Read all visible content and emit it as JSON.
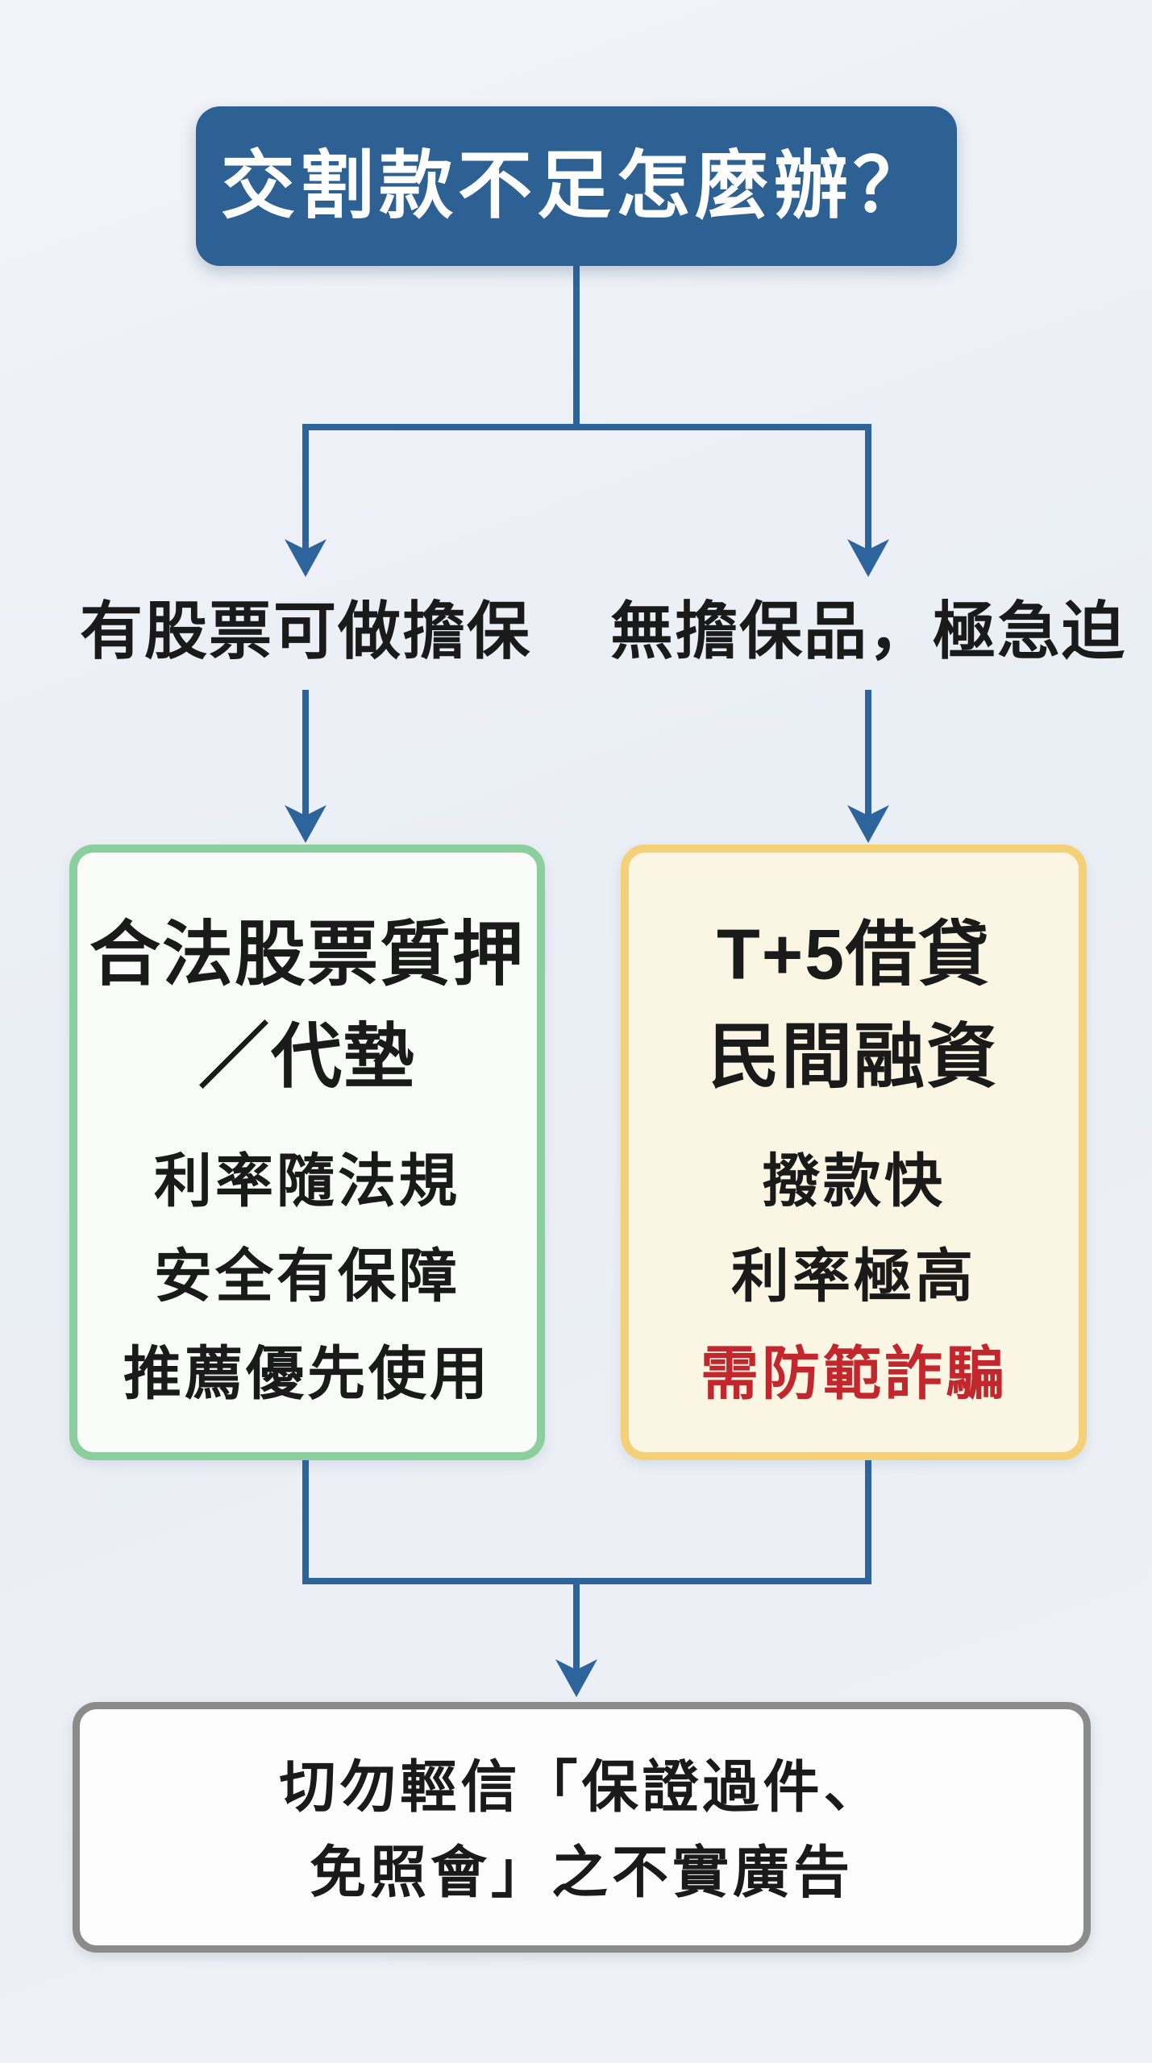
{
  "title": {
    "text": "交割款不足怎麼辦？"
  },
  "branches": {
    "left": {
      "condition": "有股票可做擔保",
      "card": {
        "heading_line1": "合法股票質押",
        "heading_line2": "／代墊",
        "items": [
          "利率隨法規",
          "安全有保障",
          "推薦優先使用"
        ]
      }
    },
    "right": {
      "condition": "無擔保品，極急迫",
      "card": {
        "heading_line1": "T+5借貸",
        "heading_line2": "民間融資",
        "items": [
          "撥款快",
          "利率極高",
          "需防範詐騙"
        ]
      }
    }
  },
  "footer": {
    "line1": "切勿輕信「保證過件、",
    "line2": "免照會」之不實廣告"
  },
  "colors": {
    "page_bg": "#edf1f6",
    "title_box_bg": "#2d6093",
    "title_text": "#ffffff",
    "connector": "#2d649c",
    "left_card_border": "#8ccf9f",
    "left_card_bg": "#f9fcf9",
    "right_card_border": "#f4d078",
    "right_card_bg": "#fbf6e4",
    "warning_text": "#c1272d",
    "footer_border": "#8b8b8b",
    "footer_bg": "#fdfdfe",
    "body_text": "#1a1a1a"
  }
}
